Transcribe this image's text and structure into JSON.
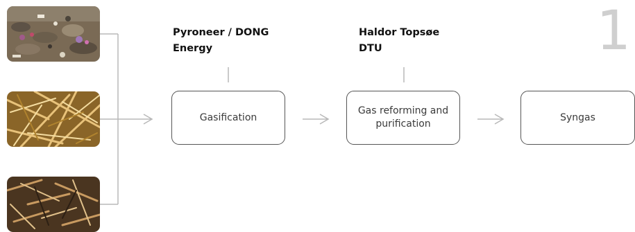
{
  "step_number": "1",
  "partners": [
    {
      "name": "Pyroneer / DONG\nEnergy"
    },
    {
      "name": "Haldor Topsøe\nDTU"
    }
  ],
  "process": {
    "gasification": "Gasification",
    "reforming": "Gas reforming and purification",
    "syngas": "Syngas"
  },
  "feedstock_images": [
    {
      "subject": "mixed-waste"
    },
    {
      "subject": "straw"
    },
    {
      "subject": "wood-chips"
    }
  ],
  "colors": {
    "line": "#b8b8b8",
    "box_border": "#555555",
    "box_text": "#3a3a3a",
    "step_number": "#cfcfcf"
  }
}
